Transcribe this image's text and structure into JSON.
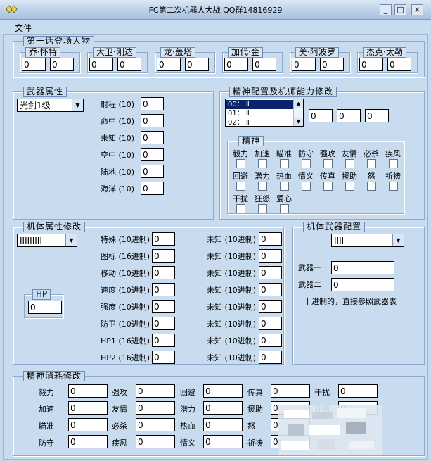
{
  "window": {
    "title": "FC第二次机器人大战 QQ群14816929",
    "minimize_glyph": "_",
    "maximize_glyph": "□",
    "close_glyph": "×"
  },
  "menu": {
    "file": "文件"
  },
  "characters": {
    "legend": "第一话登场人物",
    "items": [
      {
        "name": "乔·怀特",
        "a": "0",
        "b": "0"
      },
      {
        "name": "大卫·刚达",
        "a": "0",
        "b": "0"
      },
      {
        "name": "龙·盖塔",
        "a": "0",
        "b": "0"
      },
      {
        "name": "加代·金",
        "a": "0",
        "b": "0"
      },
      {
        "name": "美·阿波罗",
        "a": "0",
        "b": "0"
      },
      {
        "name": "杰克·太勒",
        "a": "0",
        "b": "0"
      }
    ]
  },
  "weapon": {
    "legend": "武器属性",
    "selected": "光剑1级",
    "fields": [
      {
        "label": "射程 (10)",
        "value": "0"
      },
      {
        "label": "命中 (10)",
        "value": "0"
      },
      {
        "label": "未知 (10)",
        "value": "0"
      },
      {
        "label": "空中 (10)",
        "value": "0"
      },
      {
        "label": "陆地 (10)",
        "value": "0"
      },
      {
        "label": "海洋 (10)",
        "value": "0"
      }
    ]
  },
  "spirit_config": {
    "legend": "精神配置及机师能力修改",
    "list": [
      {
        "label": "00： Ⅱ",
        "selected": true
      },
      {
        "label": "01： Ⅱ",
        "selected": false
      },
      {
        "label": "02： Ⅱ",
        "selected": false
      }
    ],
    "stats": [
      "0",
      "0",
      "0"
    ],
    "spirit_legend": "精神",
    "spirits_row1": [
      "毅力",
      "加速",
      "瞄准",
      "防守",
      "强攻",
      "友情",
      "必杀",
      "疾风"
    ],
    "spirits_row2": [
      "回避",
      "潜力",
      "热血",
      "情义",
      "传真",
      "援助",
      "怒",
      "祈祷"
    ],
    "spirits_row3": [
      "干扰",
      "狂怒",
      "爱心"
    ]
  },
  "machine": {
    "legend": "机体属性修改",
    "selected": "IIIIIIIII",
    "hp_label": "HP",
    "hp_value": "0",
    "left_fields": [
      {
        "label": "特殊 (10进制)",
        "value": "0"
      },
      {
        "label": "图标 (16进制)",
        "value": "0"
      },
      {
        "label": "移动 (10进制)",
        "value": "0"
      },
      {
        "label": "速度 (10进制)",
        "value": "0"
      },
      {
        "label": "强度 (10进制)",
        "value": "0"
      },
      {
        "label": "防卫 (10进制)",
        "value": "0"
      },
      {
        "label": "HP1 (16进制)",
        "value": "0"
      },
      {
        "label": "HP2 (16进制)",
        "value": "0"
      }
    ],
    "right_fields": [
      {
        "label": "未知 (10进制)",
        "value": "0"
      },
      {
        "label": "未知 (10进制)",
        "value": "0"
      },
      {
        "label": "未知 (10进制)",
        "value": "0"
      },
      {
        "label": "未知 (10进制)",
        "value": "0"
      },
      {
        "label": "未知 (10进制)",
        "value": "0"
      },
      {
        "label": "未知 (10进制)",
        "value": "0"
      },
      {
        "label": "未知 (10进制)",
        "value": "0"
      },
      {
        "label": "未知 (10进制)",
        "value": "0"
      }
    ]
  },
  "machine_weapon": {
    "legend": "机体武器配置",
    "selected": "IIII",
    "weapon1_label": "武器一",
    "weapon1_value": "0",
    "weapon2_label": "武器二",
    "weapon2_value": "0",
    "note": "十进制的，直接参照武器表"
  },
  "spirit_cost": {
    "legend": "精神消耗修改",
    "rows": [
      [
        {
          "label": "毅力",
          "value": "0"
        },
        {
          "label": "强攻",
          "value": "0"
        },
        {
          "label": "回避",
          "value": "0"
        },
        {
          "label": "传真",
          "value": "0"
        },
        {
          "label": "干扰",
          "value": "0"
        }
      ],
      [
        {
          "label": "加速",
          "value": "0"
        },
        {
          "label": "友情",
          "value": "0"
        },
        {
          "label": "潜力",
          "value": "0"
        },
        {
          "label": "援助",
          "value": "0"
        },
        {
          "label": "狂怒",
          "value": "0"
        }
      ],
      [
        {
          "label": "瞄准",
          "value": "0"
        },
        {
          "label": "必杀",
          "value": "0"
        },
        {
          "label": "热血",
          "value": "0"
        },
        {
          "label": "怒",
          "value": "0"
        },
        {
          "label": "",
          "value": ""
        }
      ],
      [
        {
          "label": "防守",
          "value": "0"
        },
        {
          "label": "疾风",
          "value": "0"
        },
        {
          "label": "情义",
          "value": "0"
        },
        {
          "label": "祈祷",
          "value": "0"
        },
        {
          "label": "",
          "value": ""
        }
      ]
    ]
  },
  "colors": {
    "window_bg": "#c8dbef",
    "selection": "#0a246a"
  }
}
